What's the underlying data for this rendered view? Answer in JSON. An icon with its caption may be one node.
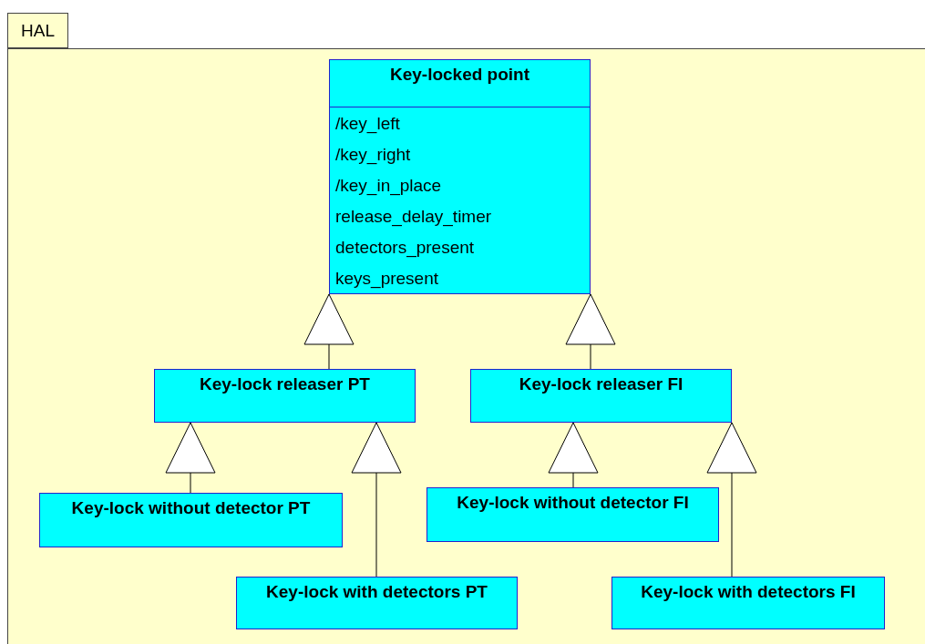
{
  "diagram": {
    "nodes": [
      {
        "text": [
          "HAL"
        ]
      },
      {
        "text": [
          "Key-locked point",
          "/key_left",
          "/key_right",
          "/key_in_place",
          "release_delay_timer",
          "detectors_present",
          "keys_present"
        ],
        "in": 0
      },
      {
        "text": [
          "Key-lock releaser PT"
        ],
        "in": 0
      },
      {
        "text": [
          "Key-lock releaser FI"
        ],
        "in": 0
      },
      {
        "text": [
          "Key-lock without detector PT"
        ],
        "in": 0
      },
      {
        "text": [
          "Key-lock with detectors PT"
        ],
        "in": 0
      },
      {
        "text": [
          "Key-lock without detector FI"
        ],
        "in": 0
      },
      {
        "text": [
          "Key-lock with detectors FI"
        ],
        "in": 0
      }
    ],
    "edges": [
      {
        "from": 2,
        "to": 1,
        "arrow": "to"
      },
      {
        "from": 3,
        "to": 1,
        "arrow": "to"
      },
      {
        "from": 4,
        "to": 2,
        "arrow": "to"
      },
      {
        "from": 5,
        "to": 2,
        "arrow": "to"
      },
      {
        "from": 6,
        "to": 3,
        "arrow": "to"
      },
      {
        "from": 7,
        "to": 3,
        "arrow": "to"
      }
    ]
  }
}
